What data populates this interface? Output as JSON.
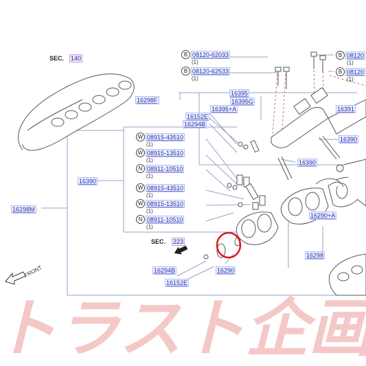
{
  "sections": [
    {
      "id": "sec-140",
      "prefix": "SEC.",
      "number": "140"
    },
    {
      "id": "sec-223",
      "prefix": "SEC.",
      "number": "223"
    }
  ],
  "front_label": "FRONT",
  "top_bolts": [
    {
      "marker": "B",
      "part": "08120-62033",
      "qty": "(1)"
    },
    {
      "marker": "B",
      "part": "08120-62533",
      "qty": "(1)"
    },
    {
      "marker": "B",
      "part": "08120",
      "qty": "(1)"
    },
    {
      "marker": "B",
      "part": "08120",
      "qty": "(1)"
    }
  ],
  "left_stack": [
    {
      "marker": "W",
      "part": "08915-43510",
      "qty": "(1)"
    },
    {
      "marker": "W",
      "part": "08915-13510",
      "qty": "(1)"
    },
    {
      "marker": "N",
      "part": "08911-10510",
      "qty": "(1)"
    },
    {
      "marker": "W",
      "part": "08915-43510",
      "qty": "(1)"
    },
    {
      "marker": "W",
      "part": "08915-13510",
      "qty": "(1)"
    },
    {
      "marker": "N",
      "part": "08911-10510",
      "qty": "(1)"
    }
  ],
  "parts": {
    "p16298F": "16298F",
    "p16395": "16395",
    "p16395G": "16395G",
    "p16395A": "16395+A",
    "p16391": "16391",
    "p16152E_top": "16152E",
    "p16294B_top": "16294B",
    "p16390_right": "16390",
    "p16390_mid": "16390",
    "p16390_left": "16390",
    "p16298M": "16298M",
    "p16290A": "16290+A",
    "p16298": "16298",
    "p16294B_bot": "16294B",
    "p16290": "16290",
    "p16152E_bot": "16152E"
  },
  "watermark": {
    "text": "トラスト企画",
    "color": "#f2b5b5"
  },
  "colors": {
    "line": "#9aa0c8",
    "part": "#555555",
    "highlight": "#e0141e",
    "dash": "#d66a6a"
  }
}
